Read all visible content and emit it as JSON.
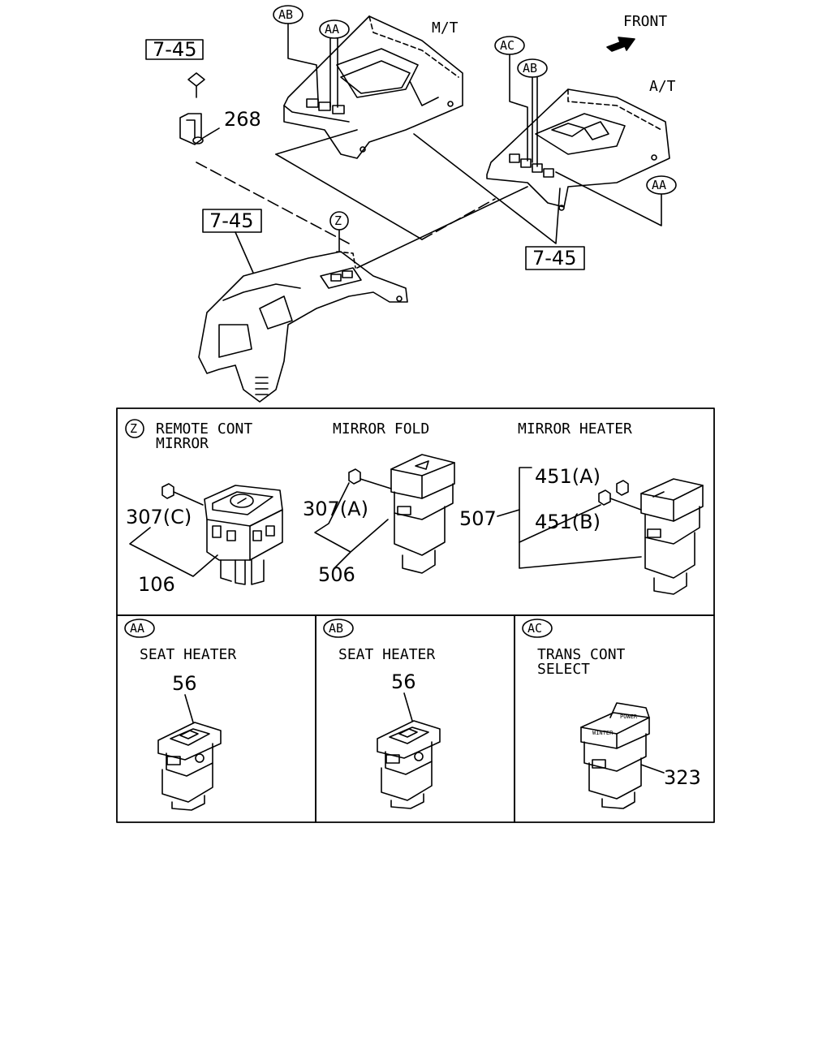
{
  "top": {
    "front_label": "FRONT",
    "mt_label": "M/T",
    "at_label": "A/T",
    "ref_left": "7-45",
    "ref_center": "7-45",
    "ref_right": "7-45",
    "part_268": "268",
    "callout_ab_mt": "AB",
    "callout_aa_mt": "AA",
    "callout_ac_at": "AC",
    "callout_ab_at": "AB",
    "callout_aa_at": "AA",
    "callout_z": "Z"
  },
  "panel_z": {
    "code": "Z",
    "title_line1": "REMOTE CONT",
    "title_line2": "MIRROR",
    "mirror_fold_title": "MIRROR FOLD",
    "mirror_heater_title": "MIRROR HEATER",
    "p307c": "307(C)",
    "p106": "106",
    "p307a": "307(A)",
    "p506": "506",
    "p507": "507",
    "p451a": "451(A)",
    "p451b": "451(B)"
  },
  "panel_aa": {
    "code": "AA",
    "title": "SEAT HEATER",
    "part": "56"
  },
  "panel_ab": {
    "code": "AB",
    "title": "SEAT HEATER",
    "part": "56"
  },
  "panel_ac": {
    "code": "AC",
    "title_line1": "TRANS CONT",
    "title_line2": "SELECT",
    "part": "323",
    "btn1": "WINTER",
    "btn2": "POWER"
  }
}
